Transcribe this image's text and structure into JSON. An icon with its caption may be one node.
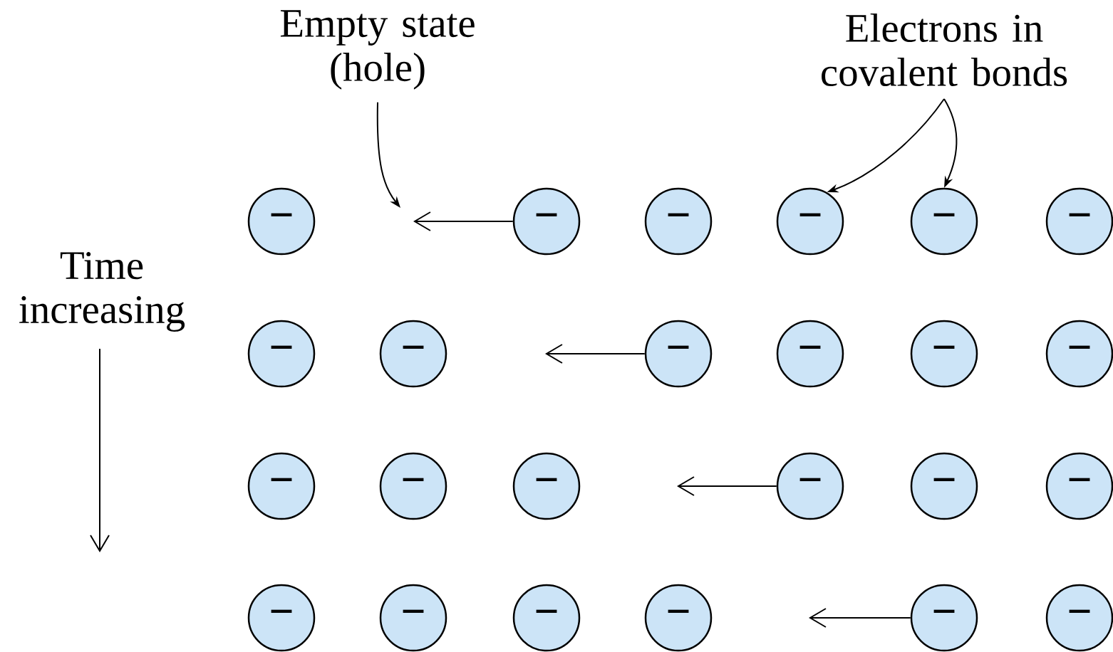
{
  "diagram": {
    "nodes": [
      {
        "text": [
          "Empty state (hole)"
        ]
      },
      {
        "text": [
          "Electrons in covalent bonds"
        ]
      },
      {
        "text": [
          "−"
        ]
      },
      {
        "text": [
          "−"
        ]
      },
      {
        "text": [
          "−"
        ]
      },
      {
        "text": [
          "−"
        ]
      },
      {
        "text": [
          "−"
        ]
      },
      {
        "text": [
          "−"
        ]
      },
      {
        "text": [
          "−"
        ]
      },
      {
        "text": [
          "−"
        ]
      },
      {
        "text": [
          "−"
        ]
      },
      {
        "text": [
          "−"
        ]
      },
      {
        "text": [
          "−"
        ]
      },
      {
        "text": [
          "−"
        ]
      },
      {
        "text": [
          "−"
        ]
      },
      {
        "text": [
          "−"
        ]
      },
      {
        "text": [
          "−"
        ]
      },
      {
        "text": [
          "−"
        ]
      },
      {
        "text": [
          "−"
        ]
      },
      {
        "text": [
          "−"
        ]
      },
      {
        "text": [
          "−"
        ]
      },
      {
        "text": [
          "−"
        ]
      },
      {
        "text": [
          "−"
        ]
      },
      {
        "text": [
          "−"
        ]
      },
      {
        "text": [
          "−"
        ]
      },
      {
        "text": [
          "−"
        ]
      }
    ],
    "edges": [
      {
        "from": 0,
        "to": null,
        "arrow": "to"
      },
      {
        "from": 1,
        "to": 5,
        "arrow": "to"
      },
      {
        "from": 1,
        "to": 6,
        "arrow": "to"
      },
      {
        "from": 3,
        "to": null,
        "arrow": "to"
      },
      {
        "from": 10,
        "to": null,
        "arrow": "to"
      },
      {
        "from": 17,
        "to": null,
        "arrow": "to"
      },
      {
        "from": 24,
        "to": null,
        "arrow": "to"
      }
    ],
    "labels": [
      "Time increasing"
    ]
  }
}
